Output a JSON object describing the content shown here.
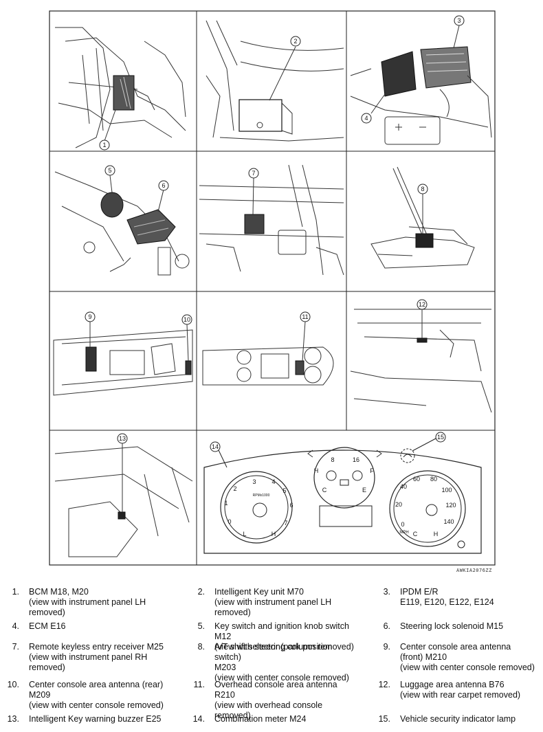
{
  "callouts": [
    "1",
    "2",
    "3",
    "4",
    "5",
    "6",
    "7",
    "8",
    "9",
    "10",
    "11",
    "12",
    "13",
    "14",
    "15"
  ],
  "figure_code": "AWKIA2076ZZ",
  "gauges": {
    "tach": {
      "ticks": [
        "0",
        "1",
        "2",
        "3",
        "4",
        "5",
        "6",
        "7"
      ],
      "unit": "RPMx1000",
      "low": "L",
      "high": "H"
    },
    "center": {
      "top_left": "8",
      "top_right": "16",
      "h": "H",
      "f": "F",
      "c": "C",
      "e": "E"
    },
    "speed": {
      "ticks": [
        "0",
        "20",
        "40",
        "60",
        "80",
        "100",
        "120",
        "140"
      ],
      "unit": "MPH",
      "c": "C",
      "h": "H"
    }
  },
  "legend": [
    {
      "num": "1.",
      "text": "BCM M18, M20\n(view with instrument panel LH removed)"
    },
    {
      "num": "2.",
      "text": "Intelligent Key unit M70\n(view with instrument panel LH removed)"
    },
    {
      "num": "3.",
      "text": "IPDM E/R\nE119, E120, E122, E124"
    },
    {
      "num": "4.",
      "text": "ECM E16"
    },
    {
      "num": "5.",
      "text": "Key switch and ignition knob switch M12\n(view with steering column removed)"
    },
    {
      "num": "6.",
      "text": "Steering lock solenoid M15"
    },
    {
      "num": "7.",
      "text": "Remote keyless entry receiver M25\n(view with instrument panel RH removed)"
    },
    {
      "num": "8.",
      "text": "A/T shift selector (park position switch)\nM203\n(view with center console removed)"
    },
    {
      "num": "9.",
      "text": "Center console area antenna\n(front) M210\n(view with center console removed)"
    },
    {
      "num": "10.",
      "text": "Center console area antenna (rear)\nM209\n(view with center console removed)"
    },
    {
      "num": "11.",
      "text": "Overhead console area antenna R210\n(view with overhead console removed)"
    },
    {
      "num": "12.",
      "text": "Luggage area antenna B76\n(view with rear carpet removed)"
    },
    {
      "num": "13.",
      "text": "Intelligent Key warning buzzer E25"
    },
    {
      "num": "14.",
      "text": "Combination meter M24"
    },
    {
      "num": "15.",
      "text": "Vehicle security indicator lamp"
    }
  ]
}
